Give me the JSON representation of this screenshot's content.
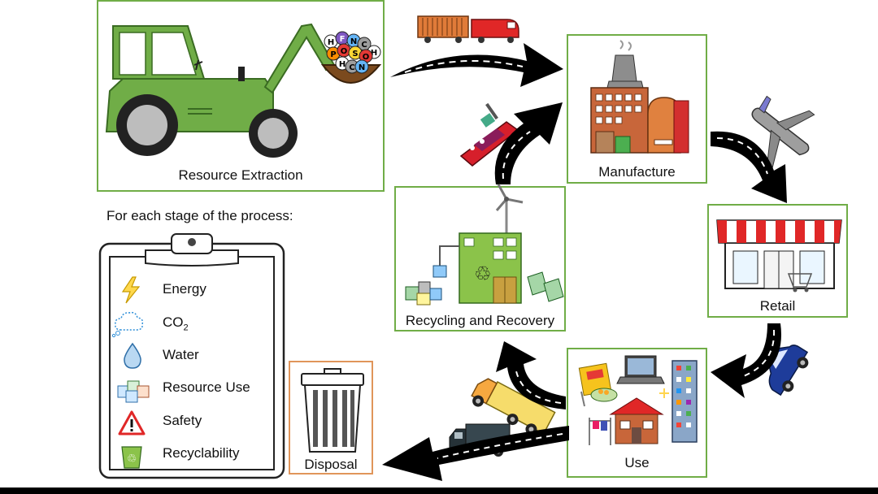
{
  "stages": {
    "extraction": "Resource Extraction",
    "manufacture": "Manufacture",
    "retail": "Retail",
    "use": "Use",
    "disposal": "Disposal",
    "recycling": "Recycling and Recovery"
  },
  "checklist": {
    "heading": "For each stage of the process:",
    "energy": "Energy",
    "co2_main": "CO",
    "co2_sub": "2",
    "water": "Water",
    "resource_use": "Resource Use",
    "safety": "Safety",
    "recyclability": "Recyclability"
  },
  "elements": {
    "H": "H",
    "F": "F",
    "N": "N",
    "C": "C",
    "O": "O",
    "S": "S",
    "P": "P"
  },
  "colors": {
    "frame_green": "#70ad47",
    "frame_orange": "#e0955a",
    "tractor": "#70ad47",
    "arrow": "#000000"
  },
  "icons": [
    "tractor-icon",
    "train-icon",
    "ship-icon",
    "factory-icon",
    "airplane-icon",
    "shop-icon",
    "car-icon",
    "truck-icon",
    "trash-can-icon",
    "recycling-plant-icon",
    "clipboard-icon"
  ]
}
